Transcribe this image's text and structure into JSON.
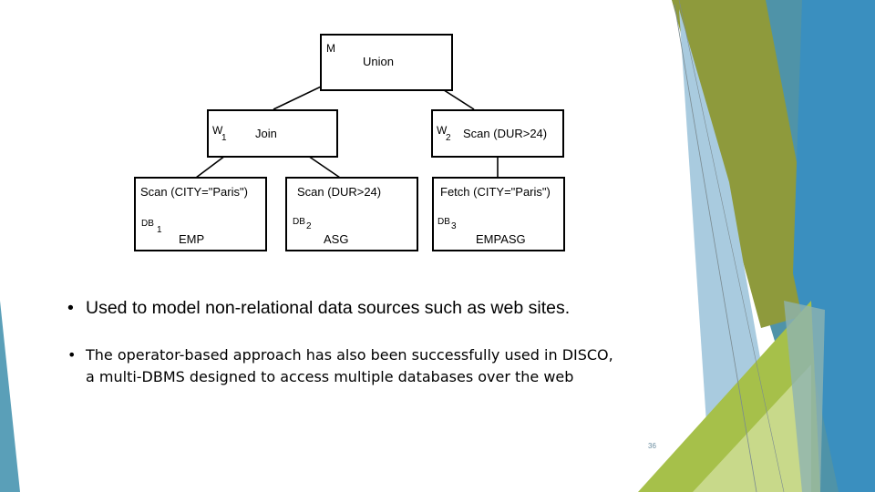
{
  "diagram": {
    "root": {
      "tag": "M",
      "label": "Union"
    },
    "wrappers": [
      {
        "tag": "W",
        "sub": "1",
        "label": "Join"
      },
      {
        "tag": "W",
        "sub": "2",
        "label": "Scan (DUR>24)"
      }
    ],
    "leaves": [
      {
        "op": "Scan (CITY=\"Paris\")",
        "db": "DB",
        "db_sub": "1",
        "relation": "EMP"
      },
      {
        "op": "Scan (DUR>24)",
        "db": "DB",
        "db_sub": "2",
        "relation": "ASG"
      },
      {
        "op": "Fetch (CITY=\"Paris\")",
        "db": "DB",
        "db_sub": "3",
        "relation": "EMPASG"
      }
    ]
  },
  "bullets": [
    "Used to model non-relational data sources such as web sites.",
    "The operator-based approach has also been successfully used in DISCO,",
    "a multi-DBMS designed to access multiple databases over the web"
  ],
  "bullet_symbol": "•",
  "page_number": "36",
  "colors": {
    "teal": "#4f93a8",
    "blue": "#3a8fbf",
    "light_blue": "#a9cbdf",
    "olive": "#8e9a3c",
    "lime": "#a6c04a",
    "pale_lime": "#c8d98a"
  }
}
